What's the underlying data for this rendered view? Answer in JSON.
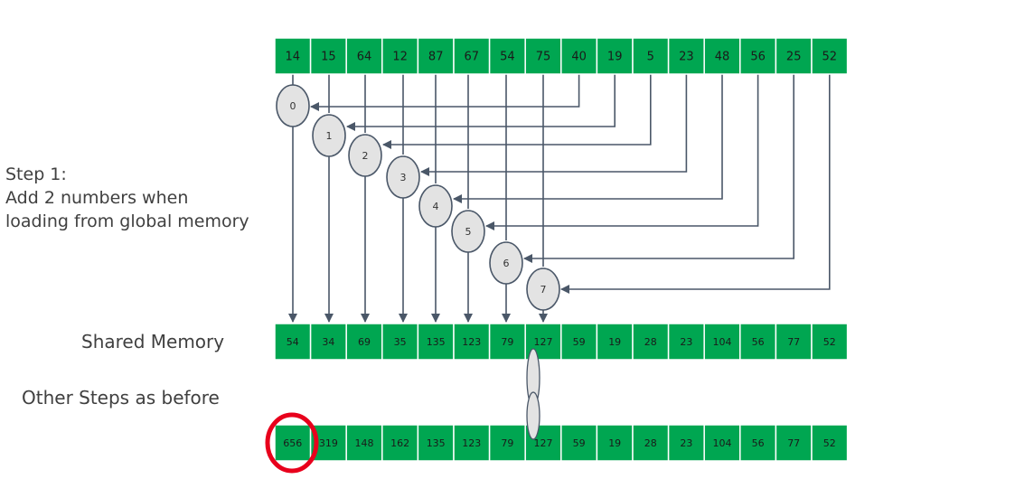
{
  "colors": {
    "cell_fill": "#00a651",
    "cell_border": "#ffffff",
    "arrow": "#4a5768",
    "node_fill": "#e3e3e3",
    "node_stroke": "#4a5768",
    "highlight": "#e8001c"
  },
  "labels": {
    "step_line1": "Step 1:",
    "step_line2": "Add 2 numbers when",
    "step_line3": "loading from global memory",
    "shared_memory": "Shared Memory",
    "other_steps": "Other Steps as before"
  },
  "input_row": [
    "14",
    "15",
    "64",
    "12",
    "87",
    "67",
    "54",
    "75",
    "40",
    "19",
    "5",
    "23",
    "48",
    "56",
    "25",
    "52"
  ],
  "shared_row": [
    "54",
    "34",
    "69",
    "35",
    "135",
    "123",
    "79",
    "127",
    "59",
    "19",
    "28",
    "23",
    "104",
    "56",
    "77",
    "52"
  ],
  "result_row": [
    "656",
    "319",
    "148",
    "162",
    "135",
    "123",
    "79",
    "127",
    "59",
    "19",
    "28",
    "23",
    "104",
    "56",
    "77",
    "52"
  ],
  "threads": [
    "0",
    "1",
    "2",
    "3",
    "4",
    "5",
    "6",
    "7"
  ]
}
